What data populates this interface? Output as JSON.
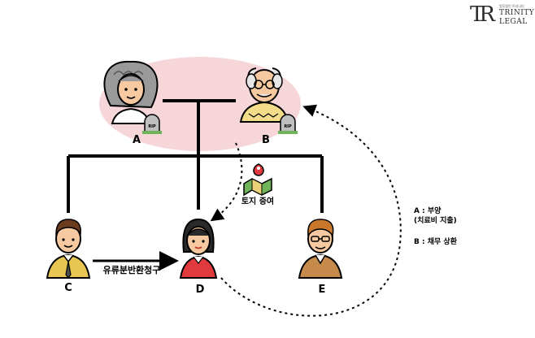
{
  "logo": {
    "mark": "TR",
    "small_text": "법무법인 트리니티",
    "name_line1": "TRINITY",
    "name_line2": "LEGAL"
  },
  "people": {
    "A": "A",
    "B": "B",
    "C": "C",
    "D": "D",
    "E": "E"
  },
  "labels": {
    "land_gift": "토지 증여",
    "claim": "유류분반환청구",
    "legend_a_1": "A : 부양",
    "legend_a_2": "(치료비 지출)",
    "legend_b": "B : 채무 상환",
    "rip": "RIP"
  },
  "colors": {
    "highlight": "#f6d6d9",
    "line": "#000000"
  }
}
